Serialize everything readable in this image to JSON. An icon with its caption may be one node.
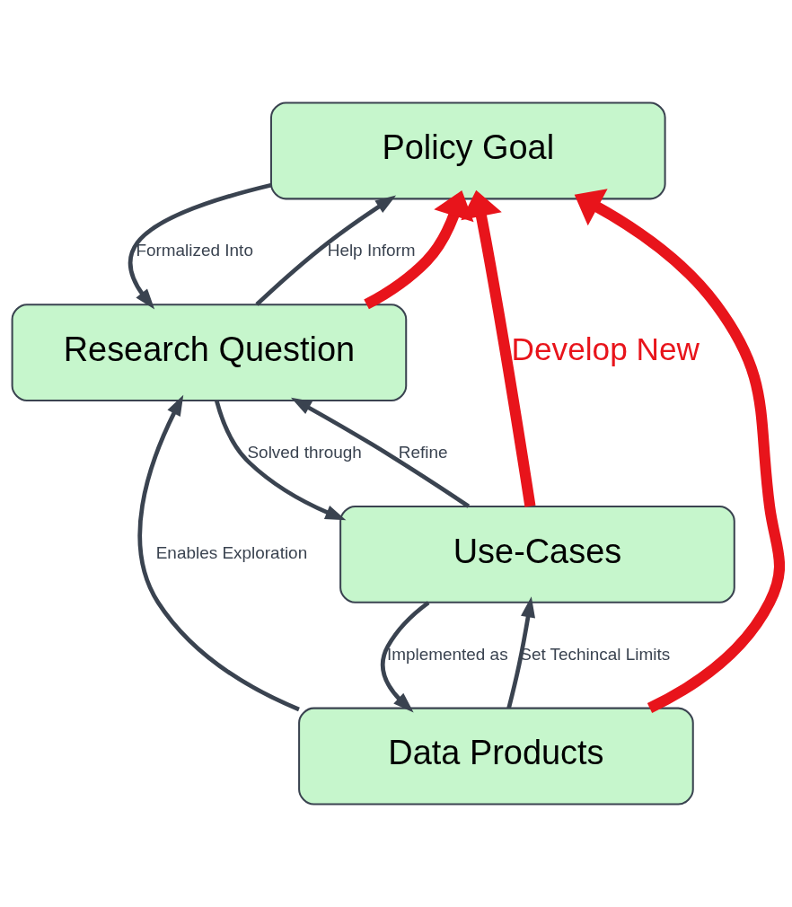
{
  "diagram": {
    "nodes": [
      {
        "text": [
          "Policy Goal"
        ]
      },
      {
        "text": [
          "Research Question"
        ]
      },
      {
        "text": [
          "Use-Cases"
        ]
      },
      {
        "text": [
          "Data Products"
        ]
      }
    ],
    "edges": [
      {
        "from": 0,
        "to": 1,
        "arrow": "to",
        "label": "Formalized Into"
      },
      {
        "from": 1,
        "to": 0,
        "arrow": "to",
        "label": "Help Inform"
      },
      {
        "from": 1,
        "to": 2,
        "arrow": "to",
        "label": "Solved through"
      },
      {
        "from": 2,
        "to": 1,
        "arrow": "to",
        "label": "Refine"
      },
      {
        "from": 2,
        "to": 3,
        "arrow": "to",
        "label": "Implemented as"
      },
      {
        "from": 3,
        "to": 2,
        "arrow": "to",
        "label": "Set Techincal Limits"
      },
      {
        "from": 3,
        "to": 1,
        "arrow": "to",
        "label": "Enables Exploration"
      },
      {
        "from": 1,
        "to": 0,
        "arrow": "to",
        "style": "thick",
        "color": "#e8141b"
      },
      {
        "from": 2,
        "to": 0,
        "arrow": "to",
        "style": "thick",
        "color": "#e8141b",
        "label": "Develop New"
      },
      {
        "from": 3,
        "to": 0,
        "arrow": "to",
        "style": "thick",
        "color": "#e8141b"
      }
    ]
  }
}
